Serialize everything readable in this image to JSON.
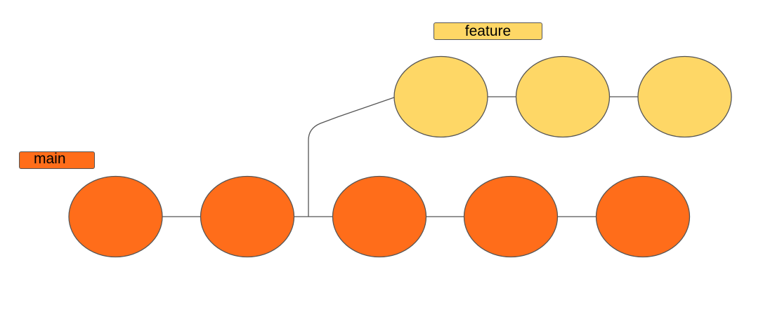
{
  "branches": {
    "main": {
      "label": "main",
      "color": "#ff6d1a",
      "commit_count": 5
    },
    "feature": {
      "label": "feature",
      "color": "#fed766",
      "commit_count": 3
    }
  },
  "stroke_color": "#555555"
}
